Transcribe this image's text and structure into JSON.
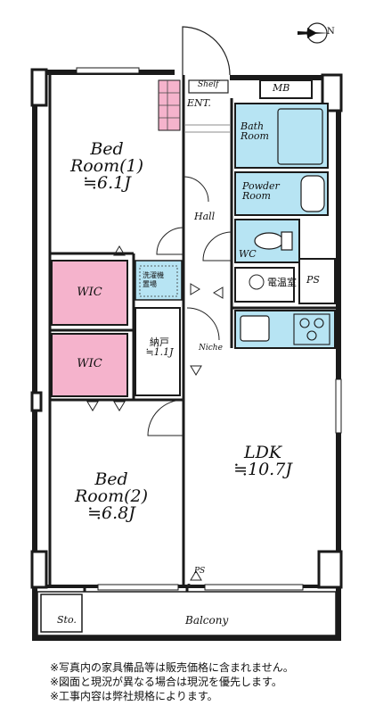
{
  "colors": {
    "wall": "#1a1a1a",
    "wic_fill": "#f5b3cc",
    "wet_fill": "#b7e4f3",
    "line": "#333333"
  },
  "icons": [
    "compass-north-icon",
    "bathtub-icon",
    "sink-icon",
    "toilet-icon",
    "kitchen-sink-icon",
    "stove-icon",
    "washer-icon",
    "door-swing-icon"
  ],
  "compass": {
    "letter": "N"
  },
  "rooms": {
    "bed1": {
      "name_line1": "Bed",
      "name_line2": "Room(1)",
      "size": "≒6.1J"
    },
    "bed2": {
      "name_line1": "Bed",
      "name_line2": "Room(2)",
      "size": "≒6.8J"
    },
    "ldk": {
      "name": "LDK",
      "size": "≒10.7J"
    },
    "wic1": {
      "name": "WIC"
    },
    "wic2": {
      "name": "WIC"
    },
    "bath": {
      "name_line1": "Bath",
      "name_line2": "Room"
    },
    "powder": {
      "name_line1": "Powder",
      "name_line2": "Room"
    },
    "wc": {
      "name": "WC"
    },
    "hall": {
      "name": "Hall"
    },
    "ent": {
      "name": "ENT."
    },
    "shelf": {
      "name": "Shelf"
    },
    "mb": {
      "name": "MB"
    },
    "ps_top": {
      "name": "PS"
    },
    "ps_bottom": {
      "name": "PS"
    },
    "water_heater": {
      "name": "電温室"
    },
    "laundry": {
      "line1": "洗濯機",
      "line2": "置場"
    },
    "closet": {
      "name": "納戸",
      "size": "≒1.1J"
    },
    "niche": {
      "name": "Niche"
    },
    "storage": {
      "name": "Sto."
    },
    "balcony": {
      "name": "Balcony"
    }
  },
  "notes": [
    "※写真内の家具備品等は販売価格に含まれません。",
    "※図面と現況が異なる場合は現況を優先します。",
    "※工事内容は弊社規格によります。"
  ]
}
